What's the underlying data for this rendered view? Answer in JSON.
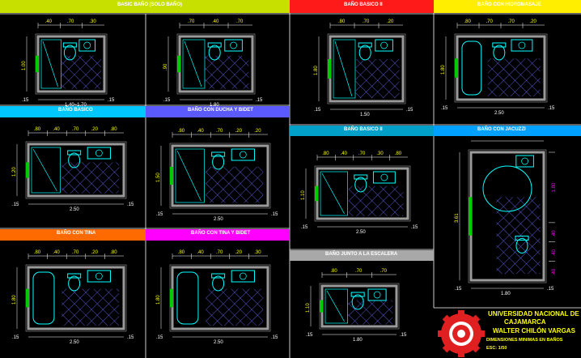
{
  "colors": {
    "background": "#000000",
    "wall": "#9a9a9a",
    "fixture": "#00ffff",
    "tile": "#6a6aff",
    "dimension": "#ffffff",
    "dim_yellow": "#ffff00",
    "dim_magenta": "#ff00ff",
    "door": "#00cc00",
    "seal_red": "#e02020"
  },
  "panels": [
    {
      "id": "p1",
      "title": "BASIC BAÑO (SOLO BAÑO)",
      "header_color": "#c8e000",
      "dims_top": [
        ".40",
        ".70",
        ".30"
      ],
      "dim_left": "1.00",
      "dim_bottom": "1.40~1.70",
      "edge_small": [
        ".15",
        ".15"
      ]
    },
    {
      "id": "p2",
      "title": "",
      "header_color": "#c8e000",
      "dims_top": [
        ".70",
        ".40",
        ".70"
      ],
      "dim_left": ".90",
      "dim_bottom": "1.80",
      "edge_small": [
        ".15",
        ".15"
      ]
    },
    {
      "id": "p3",
      "title": "BAÑO BASICO II",
      "header_color": "#ff1a1a",
      "dims_top": [
        ".80",
        ".70",
        ".20"
      ],
      "dim_left": "1.80",
      "dim_bottom": "1.50",
      "edge_small": [
        ".15",
        ".15"
      ]
    },
    {
      "id": "p4",
      "title": "BAÑO CON HIDROMASAJE",
      "header_color": "#ffee00",
      "dims_top": [
        ".80",
        ".70",
        ".70",
        ".20"
      ],
      "dim_left": "1.80",
      "dim_bottom": "2.50",
      "edge_small": [
        ".15",
        ".15"
      ]
    },
    {
      "id": "p5",
      "title": "BAÑO BASICO",
      "header_color": "#00c8ff",
      "dims_top": [
        ".80",
        ".40",
        ".70",
        ".20",
        ".80"
      ],
      "dim_left": "1.20",
      "dim_bottom": "2.50",
      "edge_small": [
        ".15",
        ".15"
      ]
    },
    {
      "id": "p6",
      "title": "BAÑO CON DUCHA Y BIDET",
      "header_color": "#5a5aff",
      "dims_top": [
        ".80",
        ".40",
        ".70",
        ".20",
        ".20"
      ],
      "dim_left": "1.50",
      "dim_bottom": "2.50",
      "edge_small": [
        ".15",
        ".15"
      ]
    },
    {
      "id": "p7",
      "title": "BAÑO BASICO II",
      "header_color": "#00a0c8",
      "dims_top": [
        ".80",
        ".40",
        ".70",
        ".30",
        ".80"
      ],
      "dim_left": "1.10",
      "dim_bottom": "2.50",
      "edge_small": [
        ".15",
        ".15"
      ]
    },
    {
      "id": "p8",
      "title": "BAÑO CON JACUZZI",
      "header_color": "#00a0ff",
      "dims_top": [],
      "dim_left": "3.61",
      "dim_bottom": "1.80",
      "dims_right": [
        "1.80",
        ".40",
        ".40",
        ".40"
      ],
      "edge_small": [
        ".15",
        ".15"
      ]
    },
    {
      "id": "p9",
      "title": "BAÑO CON TINA",
      "header_color": "#ff6a00",
      "dims_top": [
        ".80",
        ".40",
        ".70",
        ".20",
        ".80"
      ],
      "dim_left": "1.80",
      "dim_bottom": "2.50",
      "edge_small": [
        ".15",
        ".15"
      ]
    },
    {
      "id": "p10",
      "title": "BAÑO CON TINA Y BIDET",
      "header_color": "#ff00ff",
      "dims_top": [
        ".80",
        ".40",
        ".70",
        ".20",
        ".30"
      ],
      "dim_left": "1.80",
      "dim_bottom": "2.50",
      "edge_small": [
        ".15",
        ".15"
      ]
    },
    {
      "id": "p11",
      "title": "BAÑO JUNTO A LA ESCALERA",
      "header_color": "#a8a8a8",
      "dims_top": [
        ".80",
        ".70",
        ".70"
      ],
      "dim_left": "1.10",
      "dim_bottom": "1.80",
      "edge_small": [
        ".15",
        ".15"
      ]
    }
  ],
  "title_block": {
    "university_line1": "UNIVERSIDAD NACIONAL DE",
    "university_line2": "CAJAMARCA",
    "author": "WALTER CHILÓN VARGAS",
    "subject": "DIMENSIONES MINIMAS EN BAÑOS",
    "scale": "ESC: 1/50"
  }
}
